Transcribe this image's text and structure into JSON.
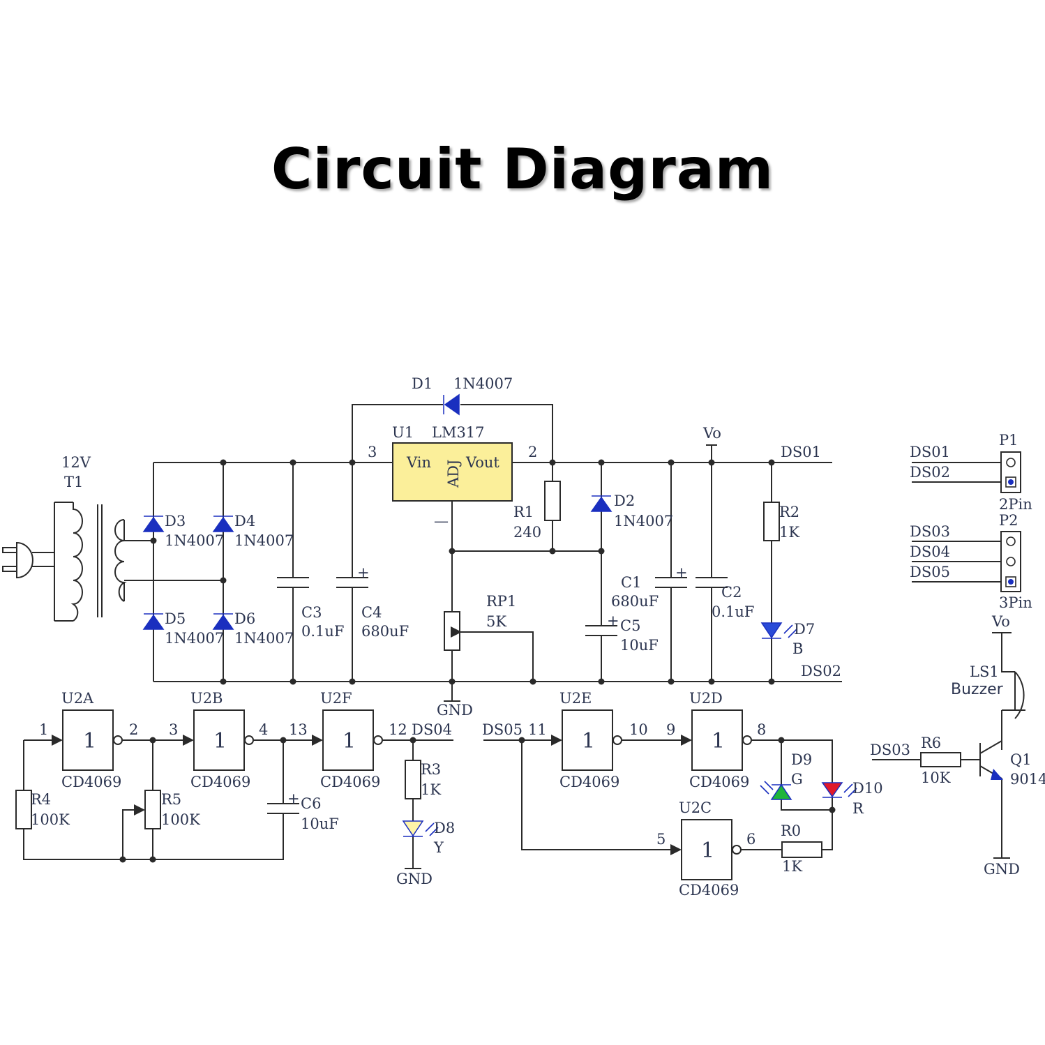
{
  "title": "Circuit Diagram",
  "transformer": {
    "ref": "T1",
    "rating": "12V"
  },
  "regulator": {
    "ref": "U1",
    "part": "LM317",
    "pin_in": "Vin",
    "pin_adj": "ADJ",
    "pin_out": "Vout",
    "pin3": "3",
    "pin2": "2"
  },
  "diodes": {
    "d1": {
      "ref": "D1",
      "part": "1N4007"
    },
    "d2": {
      "ref": "D2",
      "part": "1N4007"
    },
    "d3": {
      "ref": "D3",
      "part": "1N4007"
    },
    "d4": {
      "ref": "D4",
      "part": "1N4007"
    },
    "d5": {
      "ref": "D5",
      "part": "1N4007"
    },
    "d6": {
      "ref": "D6",
      "part": "1N4007"
    }
  },
  "leds": {
    "d7": {
      "ref": "D7",
      "color_code": "B",
      "fill": "#2a4bd7"
    },
    "d8": {
      "ref": "D8",
      "color_code": "Y",
      "fill": "#fff4a8"
    },
    "d9": {
      "ref": "D9",
      "color_code": "G",
      "fill": "#1fb53a"
    },
    "d10": {
      "ref": "D10",
      "color_code": "R",
      "fill": "#e0192a"
    }
  },
  "resistors": {
    "r0": {
      "ref": "R0",
      "value": "1K"
    },
    "r1": {
      "ref": "R1",
      "value": "240"
    },
    "r2": {
      "ref": "R2",
      "value": "1K"
    },
    "r3": {
      "ref": "R3",
      "value": "1K"
    },
    "r4": {
      "ref": "R4",
      "value": "100K"
    },
    "r5": {
      "ref": "R5",
      "value": "100K"
    },
    "r6": {
      "ref": "R6",
      "value": "10K"
    },
    "rp1": {
      "ref": "RP1",
      "value": "5K"
    }
  },
  "capacitors": {
    "c1": {
      "ref": "C1",
      "value": "680uF"
    },
    "c2": {
      "ref": "C2",
      "value": "0.1uF"
    },
    "c3": {
      "ref": "C3",
      "value": "0.1uF"
    },
    "c4": {
      "ref": "C4",
      "value": "680uF"
    },
    "c5": {
      "ref": "C5",
      "value": "10uF"
    },
    "c6": {
      "ref": "C6",
      "value": "10uF"
    }
  },
  "gates": {
    "part": "CD4069",
    "symbol": "1",
    "u2a": {
      "ref": "U2A",
      "in_pin": "1",
      "out_pin": "2"
    },
    "u2b": {
      "ref": "U2B",
      "in_pin": "3",
      "out_pin": "4"
    },
    "u2f": {
      "ref": "U2F",
      "in_pin": "13",
      "out_pin": "12"
    },
    "u2e": {
      "ref": "U2E",
      "in_pin": "11",
      "out_pin": "10"
    },
    "u2d": {
      "ref": "U2D",
      "in_pin": "9",
      "out_pin": "8"
    },
    "u2c": {
      "ref": "U2C",
      "in_pin": "5",
      "out_pin": "6"
    }
  },
  "nets": {
    "vo": "Vo",
    "gnd": "GND",
    "ds01": "DS01",
    "ds02": "DS02",
    "ds03": "DS03",
    "ds04": "DS04",
    "ds05": "DS05",
    "minus": "—",
    "plus": "+"
  },
  "connectors": {
    "p1": {
      "ref": "P1",
      "type": "2Pin"
    },
    "p2": {
      "ref": "P2",
      "type": "3Pin"
    }
  },
  "buzzer": {
    "ref": "LS1",
    "name": "Buzzer"
  },
  "transistor": {
    "ref": "Q1",
    "part": "9014"
  },
  "colors": {
    "regulator_fill": "#fbef9a",
    "diode": "#1a2fbf",
    "plug": "#c8a020"
  }
}
